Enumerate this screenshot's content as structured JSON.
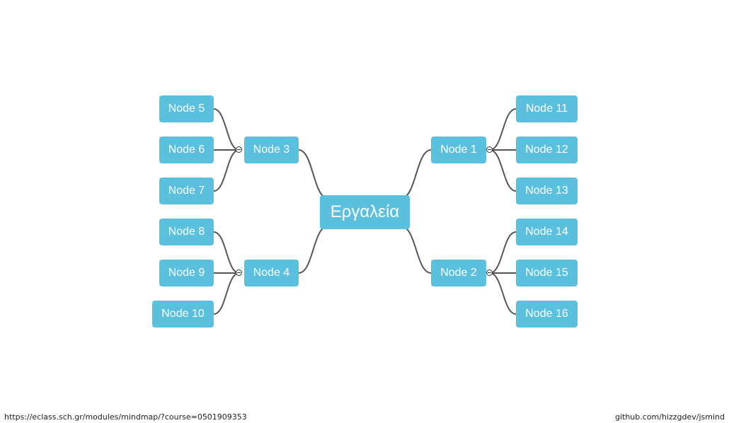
{
  "mindmap": {
    "root": "Εργαλεία",
    "line_color": "#555555",
    "node_color": "#5bc0de",
    "nodes": [
      {
        "id": "node-1",
        "label": "Node 1",
        "children": [
          {
            "label": "Node 11"
          },
          {
            "label": "Node 12"
          },
          {
            "label": "Node 13"
          }
        ]
      },
      {
        "id": "node-2",
        "label": "Node 2",
        "children": [
          {
            "label": "Node 14"
          },
          {
            "label": "Node 15"
          },
          {
            "label": "Node 16"
          }
        ]
      },
      {
        "id": "node-3",
        "label": "Node 3",
        "children": [
          {
            "label": "Node 5"
          },
          {
            "label": "Node 6"
          },
          {
            "label": "Node 7"
          }
        ]
      },
      {
        "id": "node-4",
        "label": "Node 4",
        "children": [
          {
            "label": "Node 8"
          },
          {
            "label": "Node 9"
          },
          {
            "label": "Node 10"
          }
        ]
      }
    ]
  },
  "footer": {
    "url": "https://eclass.sch.gr/modules/mindmap/?course=0501909353",
    "credit": "github.com/hizzgdev/jsmind"
  }
}
